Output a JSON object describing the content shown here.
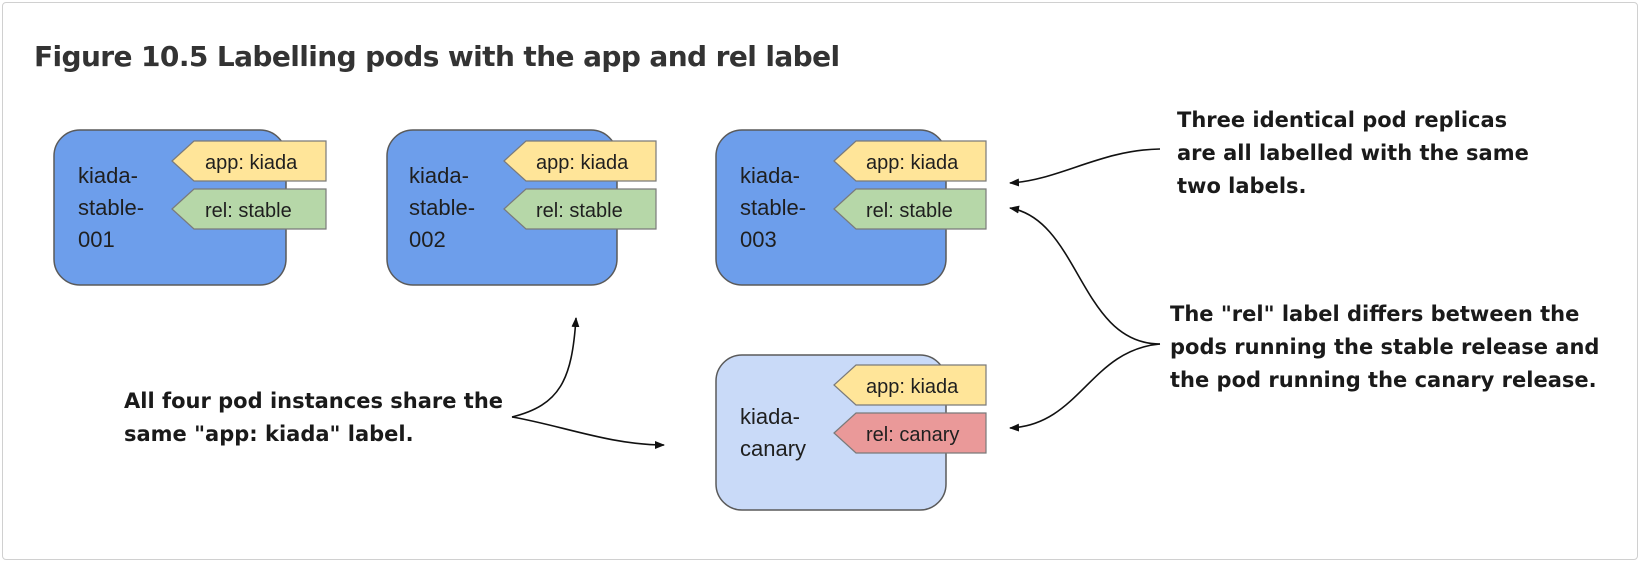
{
  "figure": {
    "title": "Figure 10.5 Labelling pods with the app and rel label"
  },
  "colors": {
    "stable_pod_fill": "#6d9eeb",
    "canary_pod_fill": "#c9daf8",
    "app_tag_fill": "#ffe599",
    "stable_tag_fill": "#b6d7a8",
    "canary_tag_fill": "#ea9999"
  },
  "pods": [
    {
      "name_lines": [
        "kiada-",
        "stable-",
        "001"
      ],
      "app_label": "app: kiada",
      "rel_label": "rel: stable",
      "kind": "stable"
    },
    {
      "name_lines": [
        "kiada-",
        "stable-",
        "002"
      ],
      "app_label": "app: kiada",
      "rel_label": "rel: stable",
      "kind": "stable"
    },
    {
      "name_lines": [
        "kiada-",
        "stable-",
        "003"
      ],
      "app_label": "app: kiada",
      "rel_label": "rel: stable",
      "kind": "stable"
    },
    {
      "name_lines": [
        "kiada-",
        "canary"
      ],
      "app_label": "app: kiada",
      "rel_label": "rel: canary",
      "kind": "canary"
    }
  ],
  "annotations": {
    "replicas": [
      "Three identical pod replicas",
      "are all labelled with the same",
      "two labels."
    ],
    "rel_differs": [
      "The \"rel\" label differs between the",
      "pods running the stable release and",
      "the pod running the canary release."
    ],
    "app_shared": [
      "All four pod instances share the",
      "same \"app: kiada\" label."
    ]
  }
}
